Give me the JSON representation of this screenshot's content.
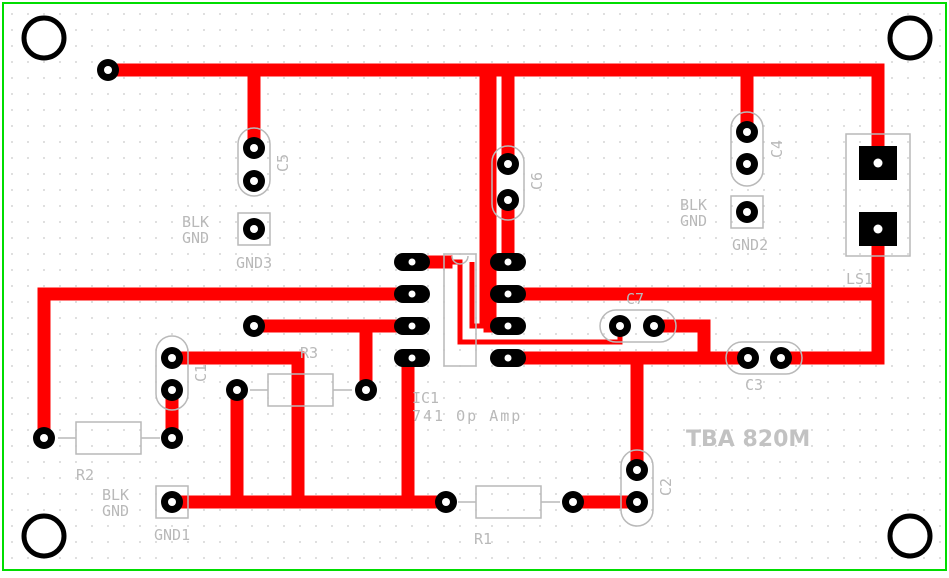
{
  "board": {
    "title": "TBA 820M",
    "colors": {
      "trace": "#ff0000",
      "outline": "#00dd00",
      "silkscreen": "#b9b9b9",
      "pad": "#000000",
      "grid": "#c9c9c9"
    }
  },
  "labels": {
    "c5": "C5",
    "c6": "C6",
    "c4": "C4",
    "c7": "C7",
    "c3": "C3",
    "c1": "C1",
    "c2": "C2",
    "r1": "R1",
    "r2": "R2",
    "r3": "R3",
    "ls1": "LS1",
    "ic1": "IC1",
    "ic1_value": "741 Op Amp",
    "gnd1": "GND1",
    "gnd2": "GND2",
    "gnd3": "GND3",
    "blk": "BLK",
    "gnd": "GND"
  }
}
